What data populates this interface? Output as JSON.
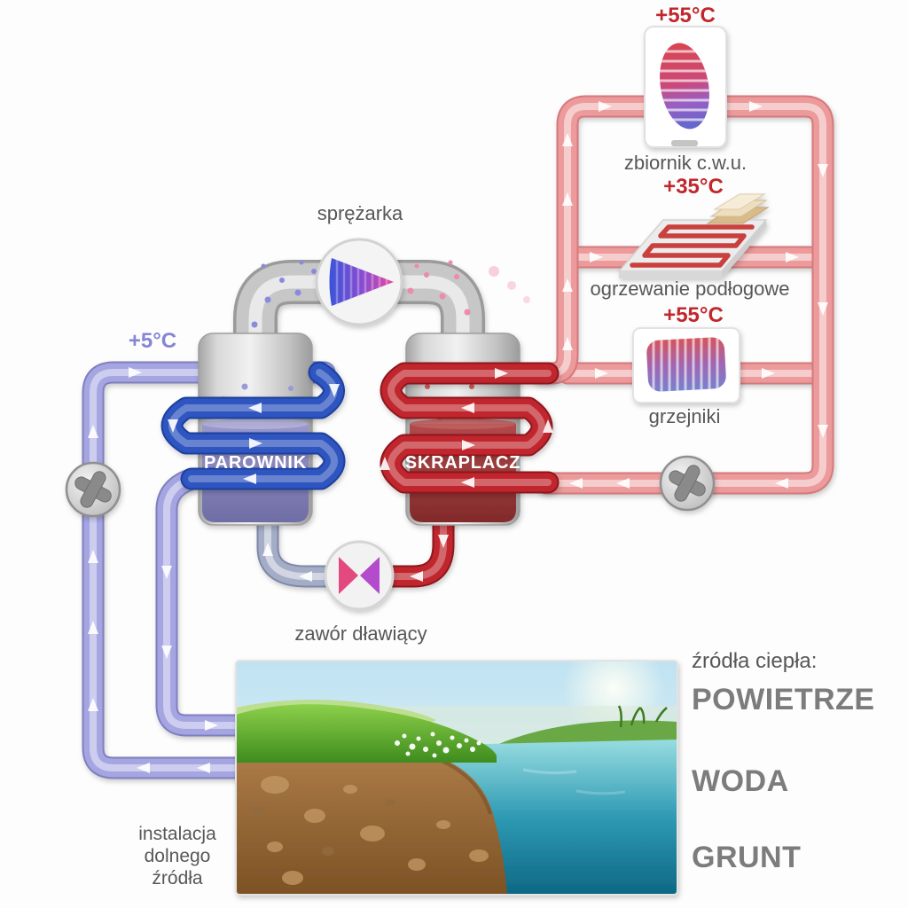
{
  "components": {
    "compressor": {
      "label": "sprężarka"
    },
    "evaporator": {
      "label": "PAROWNIK"
    },
    "condenser": {
      "label": "SKRAPLACZ"
    },
    "expansion_valve": {
      "label": "zawór dławiący"
    },
    "ground_loop": {
      "temp": "+5°C",
      "installation_label": [
        "instalacja",
        "dolnego",
        "źródła"
      ]
    }
  },
  "heat_receivers": [
    {
      "name": "hot-water-tank",
      "temp": "+55°C",
      "label": "zbiornik c.w.u."
    },
    {
      "name": "floor-heating",
      "temp": "+35°C",
      "label": "ogrzewanie podłogowe"
    },
    {
      "name": "radiators",
      "temp": "+55°C",
      "label": "grzejniki"
    }
  ],
  "heat_sources": {
    "title": "źródła ciepła:",
    "items": [
      "POWIETRZE",
      "WODA",
      "GRUNT"
    ]
  },
  "icons": {
    "compressor": "compressor-icon",
    "expansion_valve": "expansion-valve-icon",
    "pump": "pump-icon",
    "hot_water_tank": "hot-water-tank-icon",
    "floor_heating": "floor-heating-icon",
    "radiator": "radiator-icon",
    "ground_source": "ground-source-illustration"
  },
  "colors": {
    "temp_hot": "#c1272d",
    "temp_cold": "#8585d5",
    "ground_loop_pipe": "#a5a5e2",
    "evaporator_coil": "#2f55c0",
    "condenser_coil": "#c1272d",
    "distribution_pipe": "#ec9a9b",
    "refrigerant_pipe": "#c7c7c7",
    "label_text": "#575757",
    "heat_source_text": "#7c7c7c"
  }
}
